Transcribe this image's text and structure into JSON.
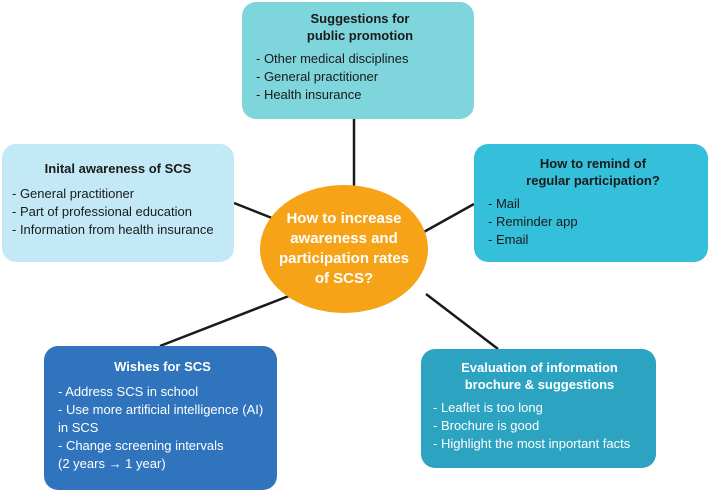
{
  "center_question": "How to increase\nawareness and\nparticipation rates\nof SCS?",
  "colors": {
    "center": "#f7a318",
    "public_promotion": "#7fd5dc",
    "initial_awareness": "#c3e9f7",
    "remind": "#34bfdb",
    "wishes": "#2f74bd",
    "evaluation": "#2ba3c1",
    "connector": "#1a1a1a"
  },
  "public_promotion": {
    "title": "Suggestions for\npublic promotion",
    "items": [
      "- Other medical disciplines",
      "- General practitioner",
      "- Health insurance"
    ]
  },
  "initial_awareness": {
    "title": "Inital awareness of SCS",
    "items": [
      "- General practitioner",
      "- Part of professional education",
      "- Information from health insurance"
    ]
  },
  "remind": {
    "title": "How to remind of\nregular participation?",
    "items": [
      "- Mail",
      "- Reminder app",
      "- Email"
    ]
  },
  "wishes": {
    "title": "Wishes for SCS",
    "items": [
      "- Address SCS in school",
      "- Use more artificial intelligence (AI)\n  in SCS",
      "- Change screening intervals\n  (2 years → 1 year)"
    ]
  },
  "evaluation": {
    "title": "Evaluation of information\nbrochure & suggestions",
    "items": [
      "- Leaflet is too long",
      "- Brochure is good",
      "- Highlight the most inportant facts"
    ]
  }
}
